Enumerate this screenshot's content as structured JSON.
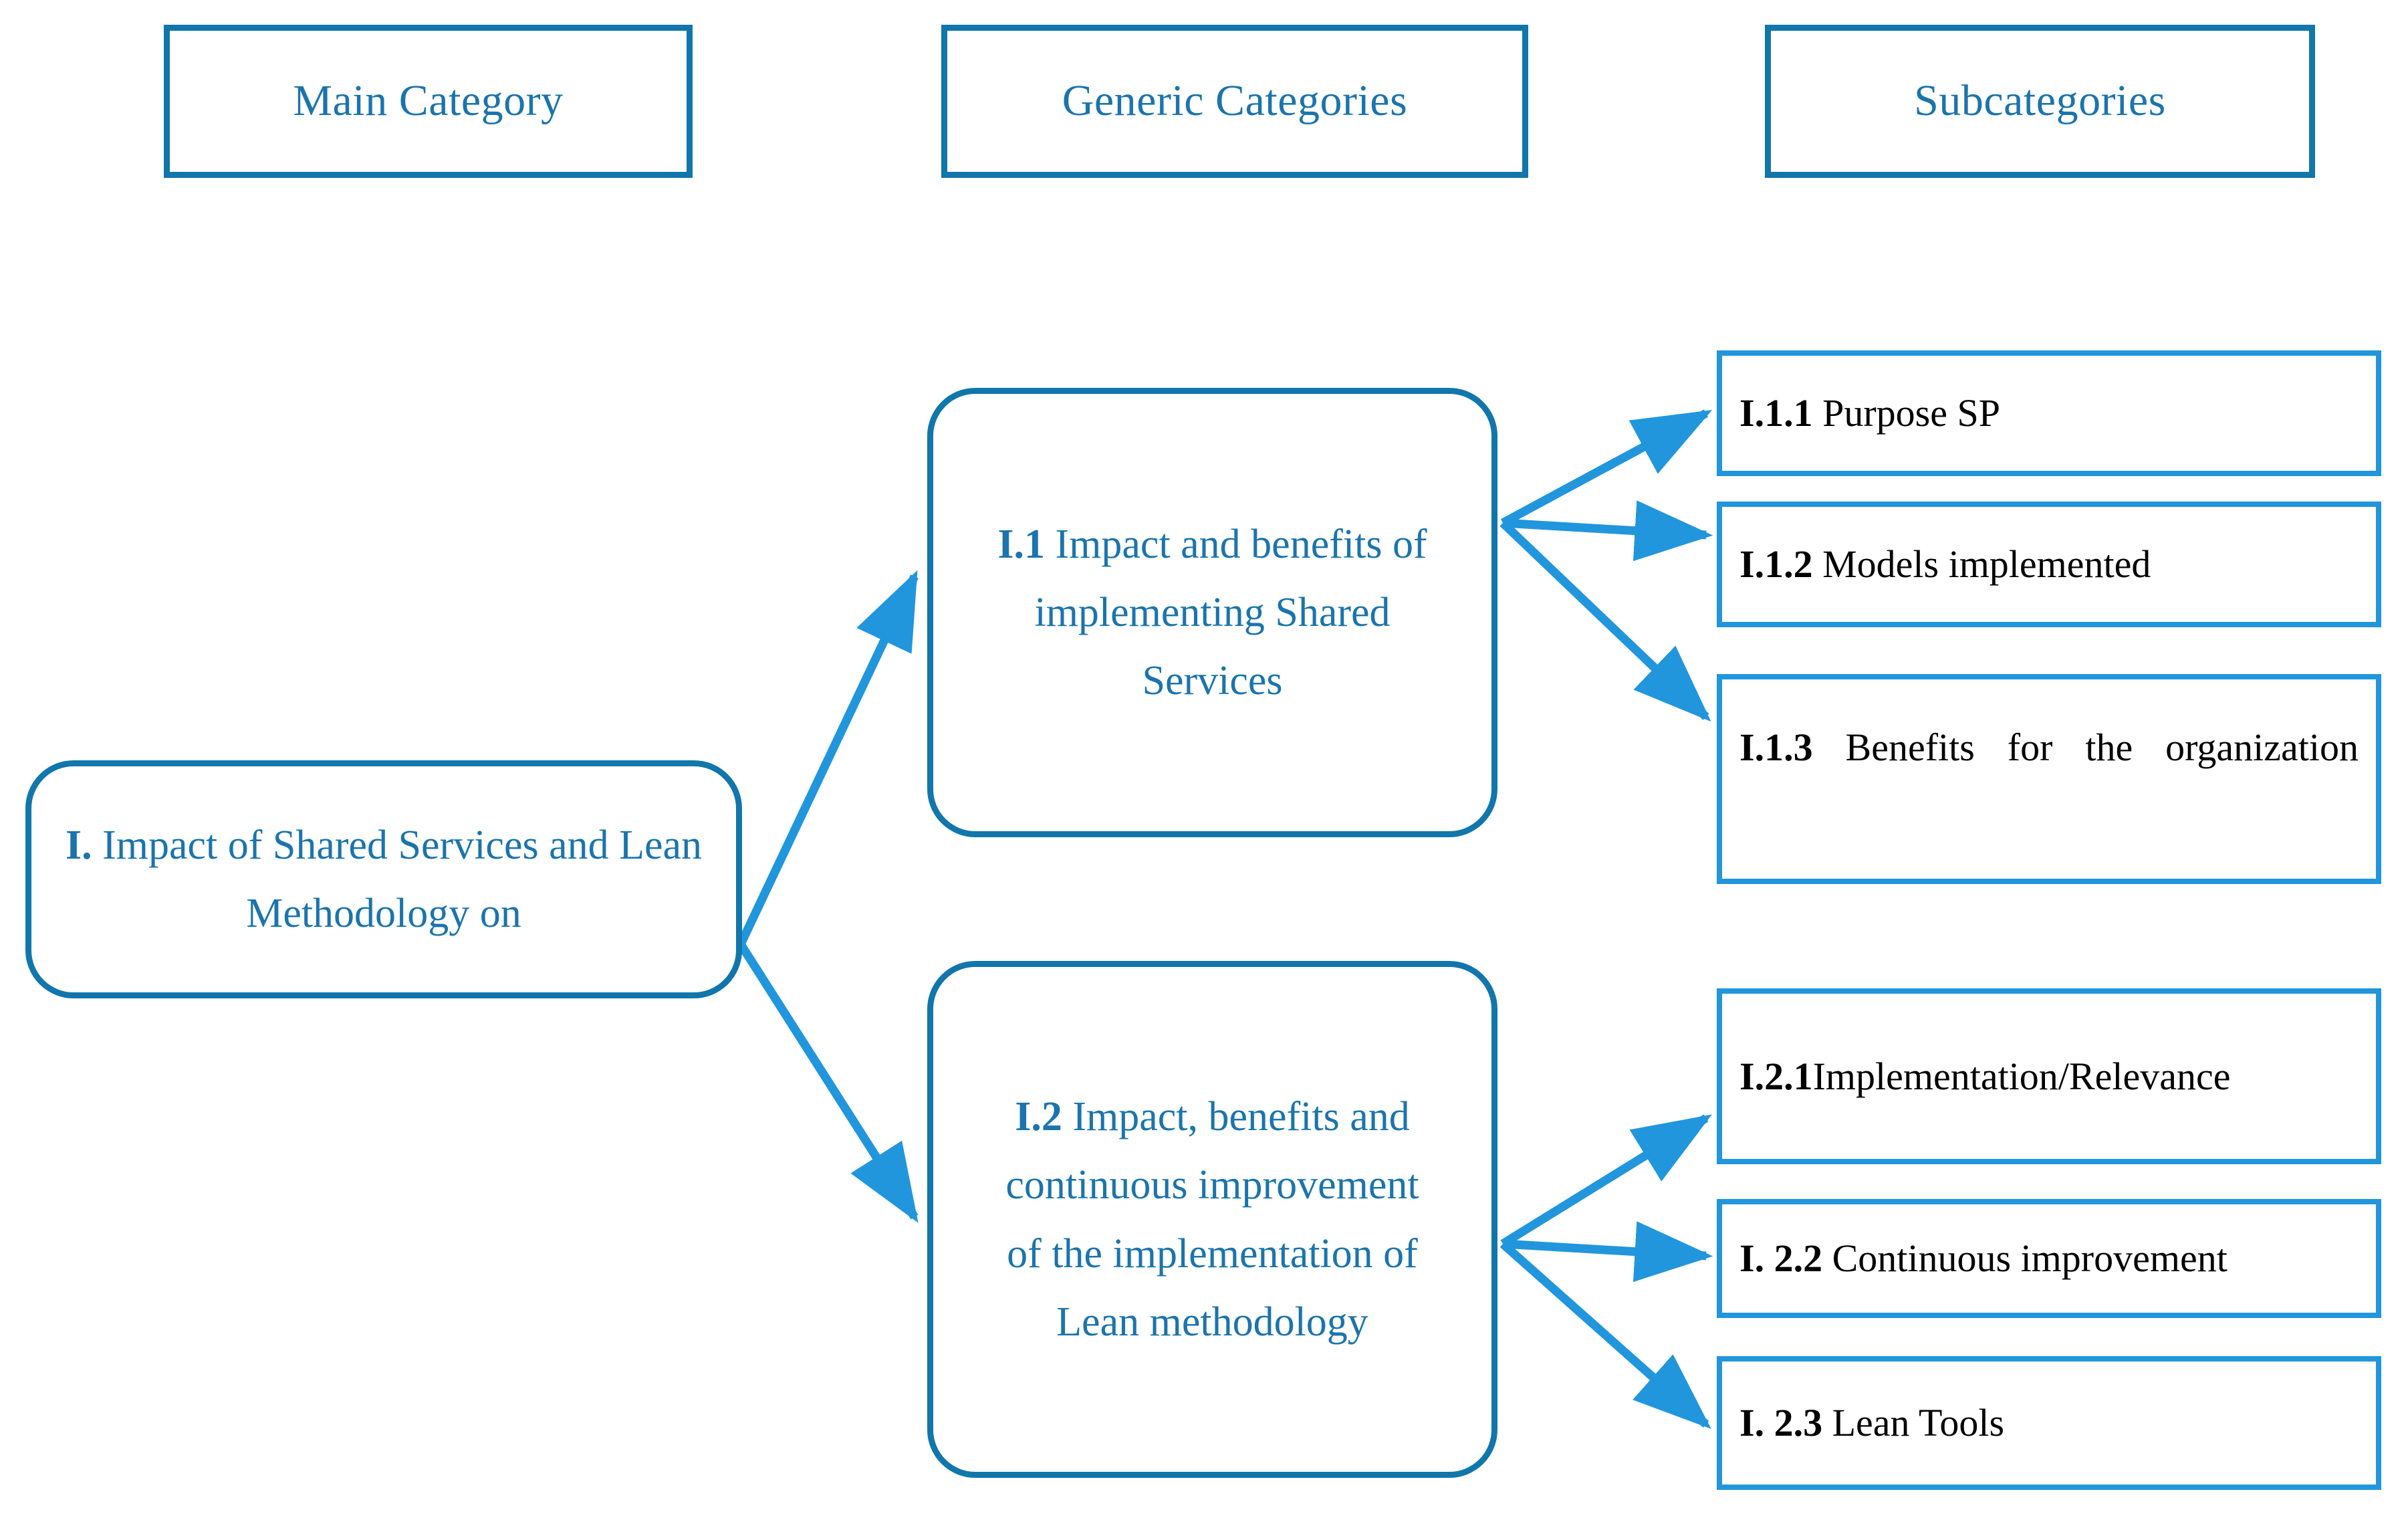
{
  "colors": {
    "node_border": "#1176ab",
    "sub_border": "#2196dd",
    "blue_text": "#1b74ad",
    "black_text": "#000000",
    "arrow": "#2196dd"
  },
  "headers": [
    {
      "label": "Main Category"
    },
    {
      "label": "Generic Categories"
    },
    {
      "label": "Subcategories"
    }
  ],
  "main_category": {
    "number": "I.",
    "text": " Impact of Shared Services and Lean Methodology on"
  },
  "generic_categories": [
    {
      "id": "I.1",
      "number": "I.1",
      "text": " Impact and benefits of implementing Shared Services"
    },
    {
      "id": "I.2",
      "number": "I.2",
      "text": " Impact, benefits and continuous improvement of the implementation of Lean methodology"
    }
  ],
  "subcategories": [
    {
      "number": "I.1.1",
      "text": " Purpose SP",
      "parent": "I.1",
      "justified": false
    },
    {
      "number": "I.1.2",
      "text": " Models implemented",
      "parent": "I.1",
      "justified": false
    },
    {
      "number": "I.1.3",
      "text": " Benefits for the organization",
      "parent": "I.1",
      "justified": true
    },
    {
      "number": "I.2.1",
      "text": "Implementation/Relevance",
      "parent": "I.2",
      "justified": false
    },
    {
      "number": "I. 2.2",
      "text": " Continuous improvement",
      "parent": "I.2",
      "justified": false
    },
    {
      "number": "I. 2.3",
      "text": " Lean Tools",
      "parent": "I.2",
      "justified": false
    }
  ]
}
